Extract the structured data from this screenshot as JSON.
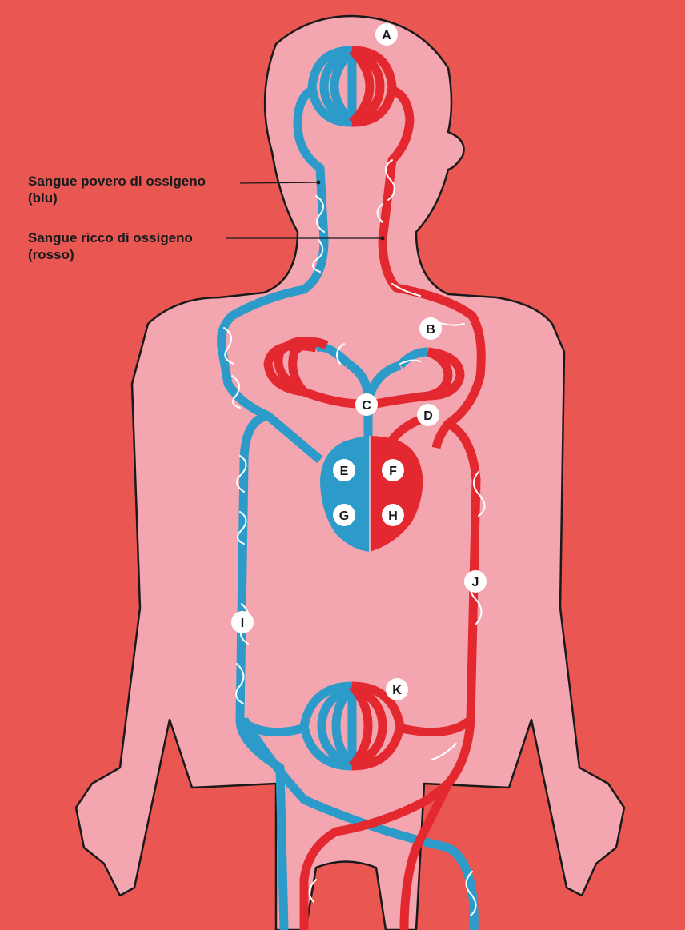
{
  "legend": {
    "deoxygenated": "Sangue povero di ossigeno\n(blu)",
    "oxygenated": "Sangue ricco di ossigeno\n(rosso)"
  },
  "markers": {
    "A": "A",
    "B": "B",
    "C": "C",
    "D": "D",
    "E": "E",
    "F": "F",
    "G": "G",
    "H": "H",
    "I": "I",
    "J": "J",
    "K": "K"
  },
  "colors": {
    "background": "#EA5753",
    "body": "#F4A6B0",
    "outline": "#1a1a1a",
    "blue": "#2D9BC9",
    "red": "#E3282F",
    "arrow": "#FFFFFF",
    "marker_fill": "#FFFFFF",
    "marker_text": "#1a1a1a"
  }
}
